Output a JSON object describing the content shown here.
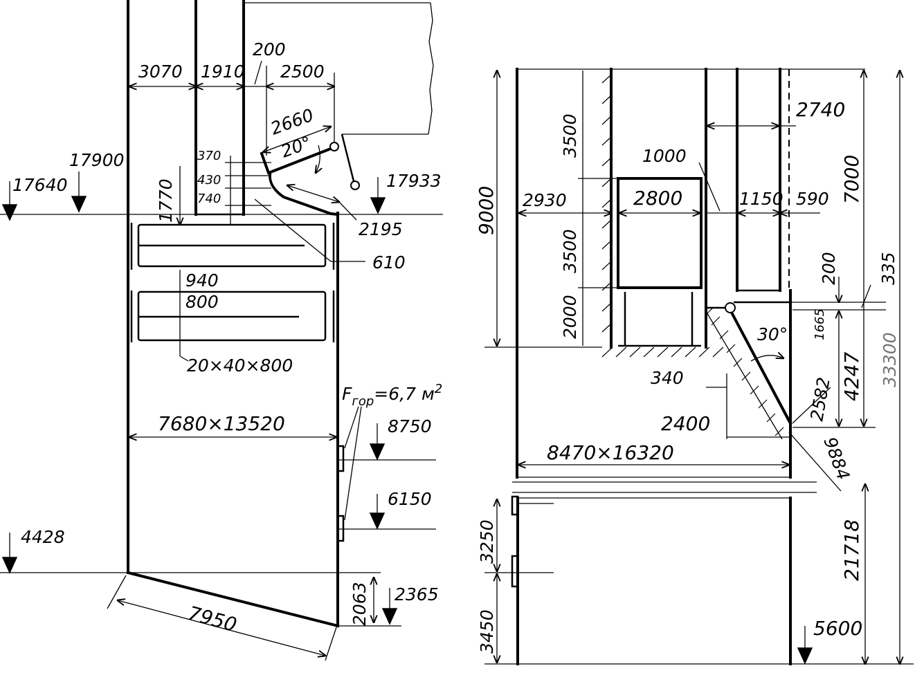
{
  "left_view": {
    "dims_top": [
      "3070",
      "1910",
      "200",
      "2500",
      "2660",
      "20°"
    ],
    "dims_side": [
      "370",
      "430",
      "740",
      "1770",
      "2195",
      "610"
    ],
    "elevations": [
      "17900",
      "17640",
      "17933",
      "8750",
      "6150",
      "4428",
      "2365"
    ],
    "grate": [
      "940",
      "800",
      "20×40×800"
    ],
    "area_label": "F",
    "area_sub": "гор",
    "area_value": "=6,7 м",
    "area_sup": "2",
    "section": "7680×13520",
    "bottom": [
      "7950",
      "2063"
    ]
  },
  "right_view": {
    "vertical_left": [
      "9000",
      "3500",
      "3500",
      "2000"
    ],
    "horizontal": [
      "2930",
      "2800",
      "1000",
      "1150",
      "590",
      "2740"
    ],
    "vertical_right": [
      "7000",
      "200",
      "335",
      "1665",
      "4247",
      "33300",
      "21718"
    ],
    "hopper": [
      "30°",
      "340",
      "2400",
      "2582",
      "9884"
    ],
    "section": "8470×16320",
    "lower": [
      "3250",
      "3450"
    ],
    "elevation": "5600"
  }
}
